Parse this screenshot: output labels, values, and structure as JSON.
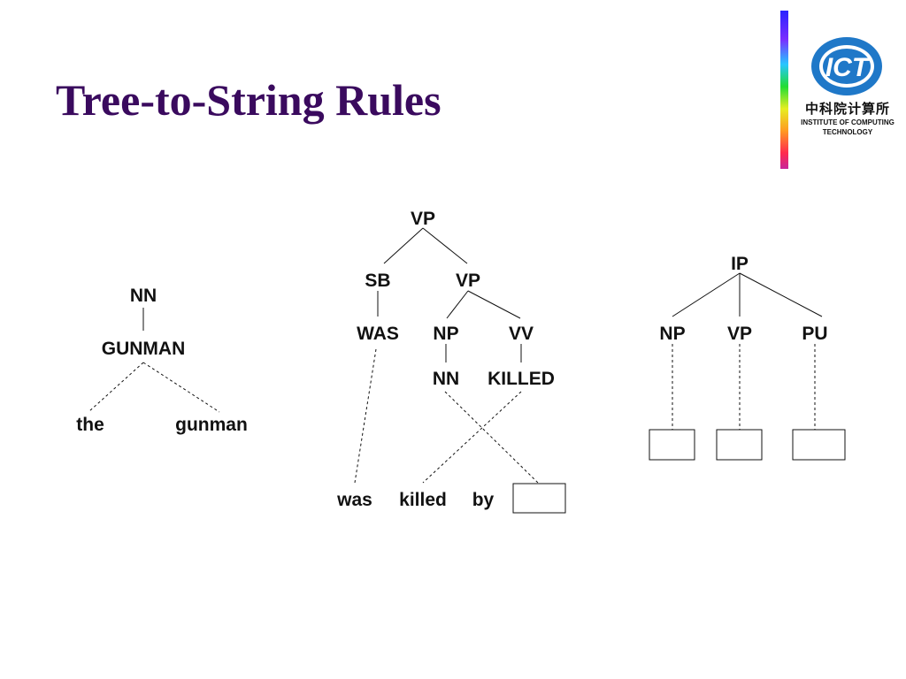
{
  "slide": {
    "title": "Tree-to-String Rules"
  },
  "logo": {
    "emblem_text": "ICT",
    "chinese_name": "中科院计算所",
    "line1": "INSTITUTE OF COMPUTING",
    "line2": "TECHNOLOGY"
  },
  "rule1": {
    "root": "NN",
    "word": "GUNMAN",
    "out_left": "the",
    "out_right": "gunman"
  },
  "rule2": {
    "root": "VP",
    "sb": "SB",
    "vp": "VP",
    "was": "WAS",
    "np": "NP",
    "vv": "VV",
    "nn": "NN",
    "killed": "KILLED",
    "out1": "was",
    "out2": "killed",
    "out3": "by"
  },
  "rule3": {
    "root": "IP",
    "np": "NP",
    "vp": "VP",
    "pu": "PU"
  }
}
